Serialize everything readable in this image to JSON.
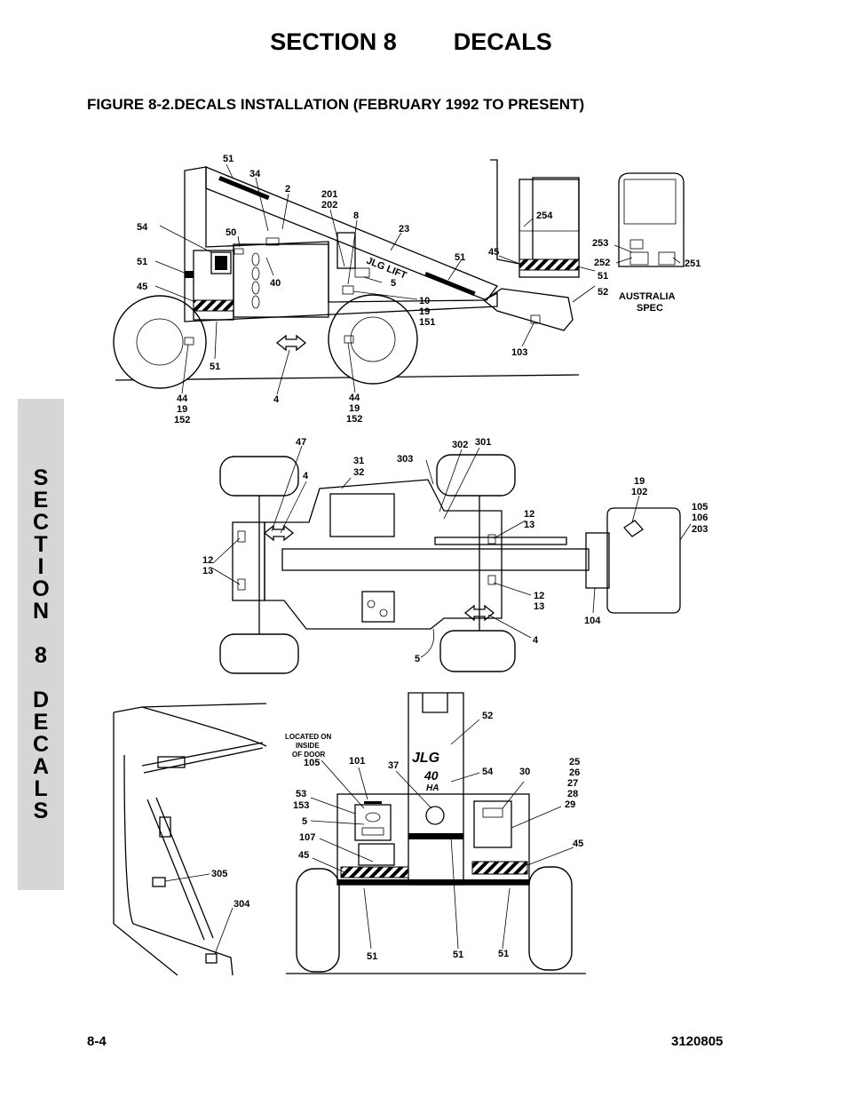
{
  "header": {
    "section_number": "SECTION 8",
    "section_name": "DECALS",
    "figure_title": "FIGURE 8-2.DECALS INSTALLATION (FEBRUARY 1992 TO PRESENT)"
  },
  "side_tab": {
    "letters": [
      "S",
      "E",
      "C",
      "T",
      "I",
      "O",
      "N",
      "",
      "8",
      "",
      "D",
      "E",
      "C",
      "A",
      "L",
      "S"
    ]
  },
  "footer": {
    "page": "8-4",
    "doc_number": "3120805"
  },
  "callouts": {
    "side_view": {
      "c51_top": "51",
      "c34": "34",
      "c2": "2",
      "c201": "201",
      "c202": "202",
      "c8": "8",
      "c23": "23",
      "c254": "254",
      "c54": "54",
      "c50": "50",
      "c51_left": "51",
      "c45_left": "45",
      "c40": "40",
      "c5": "5",
      "c10": "10",
      "c19": "19",
      "c151": "151",
      "c51_boom": "51",
      "c45_right": "45",
      "c51_right": "51",
      "c52": "52",
      "c103": "103",
      "c51_bottom": "51",
      "c44_left": "44",
      "c19_left": "19",
      "c152_left": "152",
      "c4": "4",
      "c44_right": "44",
      "c19_right": "19",
      "c152_right": "152",
      "c253": "253",
      "c252": "252",
      "c251": "251",
      "australia_line1": "AUSTRALIA",
      "australia_line2": "SPEC"
    },
    "top_view": {
      "c47": "47",
      "c31": "31",
      "c32": "32",
      "c303": "303",
      "c302": "302",
      "c301": "301",
      "c4_top": "4",
      "c19": "19",
      "c102": "102",
      "c105": "105",
      "c106": "106",
      "c203": "203",
      "c12_right": "12",
      "c13_right": "13",
      "c12_left": "12",
      "c13_left": "13",
      "c12_lower": "12",
      "c13_lower": "13",
      "c4_lower": "4",
      "c104": "104",
      "c5": "5"
    },
    "rear_view": {
      "c305": "305",
      "c304": "304",
      "door_line1": "LOCATED ON",
      "door_line2": "INSIDE",
      "door_line3": "OF DOOR",
      "c105": "105",
      "c101": "101",
      "c37": "37",
      "c52": "52",
      "c54": "54",
      "c30": "30",
      "c25": "25",
      "c26": "26",
      "c27": "27",
      "c28": "28",
      "c29": "29",
      "c53": "53",
      "c153": "153",
      "c5": "5",
      "c107": "107",
      "c45_left": "45",
      "c45_right": "45",
      "c51_a": "51",
      "c51_b": "51",
      "c51_c": "51"
    }
  },
  "decal_text": {
    "jlg_lift": "JLG LIFT",
    "jlg": "JLG",
    "model_40": "40",
    "model_ha": "HA"
  }
}
